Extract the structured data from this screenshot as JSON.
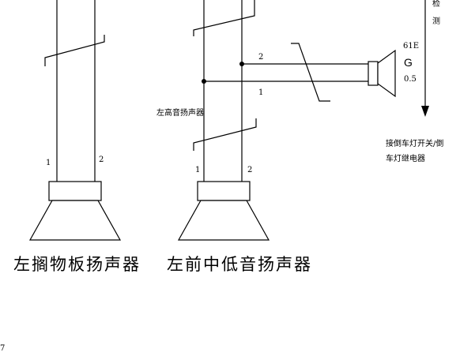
{
  "top_right_label": [
    "检",
    "测"
  ],
  "pin_numbers": {
    "left_speaker_pin1": "1",
    "left_speaker_pin2": "2",
    "front_speaker_pin1": "1",
    "front_speaker_pin2": "2",
    "tweeter_pin2": "2",
    "tweeter_pin1": "1"
  },
  "connector": {
    "code": "61E",
    "letter": "G",
    "wire_size": "0.5"
  },
  "labels": {
    "tweeter_left": "左高音扬声器",
    "reverse_light_note_line1": "接倒车灯开关/倒",
    "reverse_light_note_line2": "车灯继电器",
    "left_shelf_speaker": "左搁物板扬声器",
    "left_front_midbass_speaker": "左前中低音扬声器",
    "page_number": "7"
  }
}
